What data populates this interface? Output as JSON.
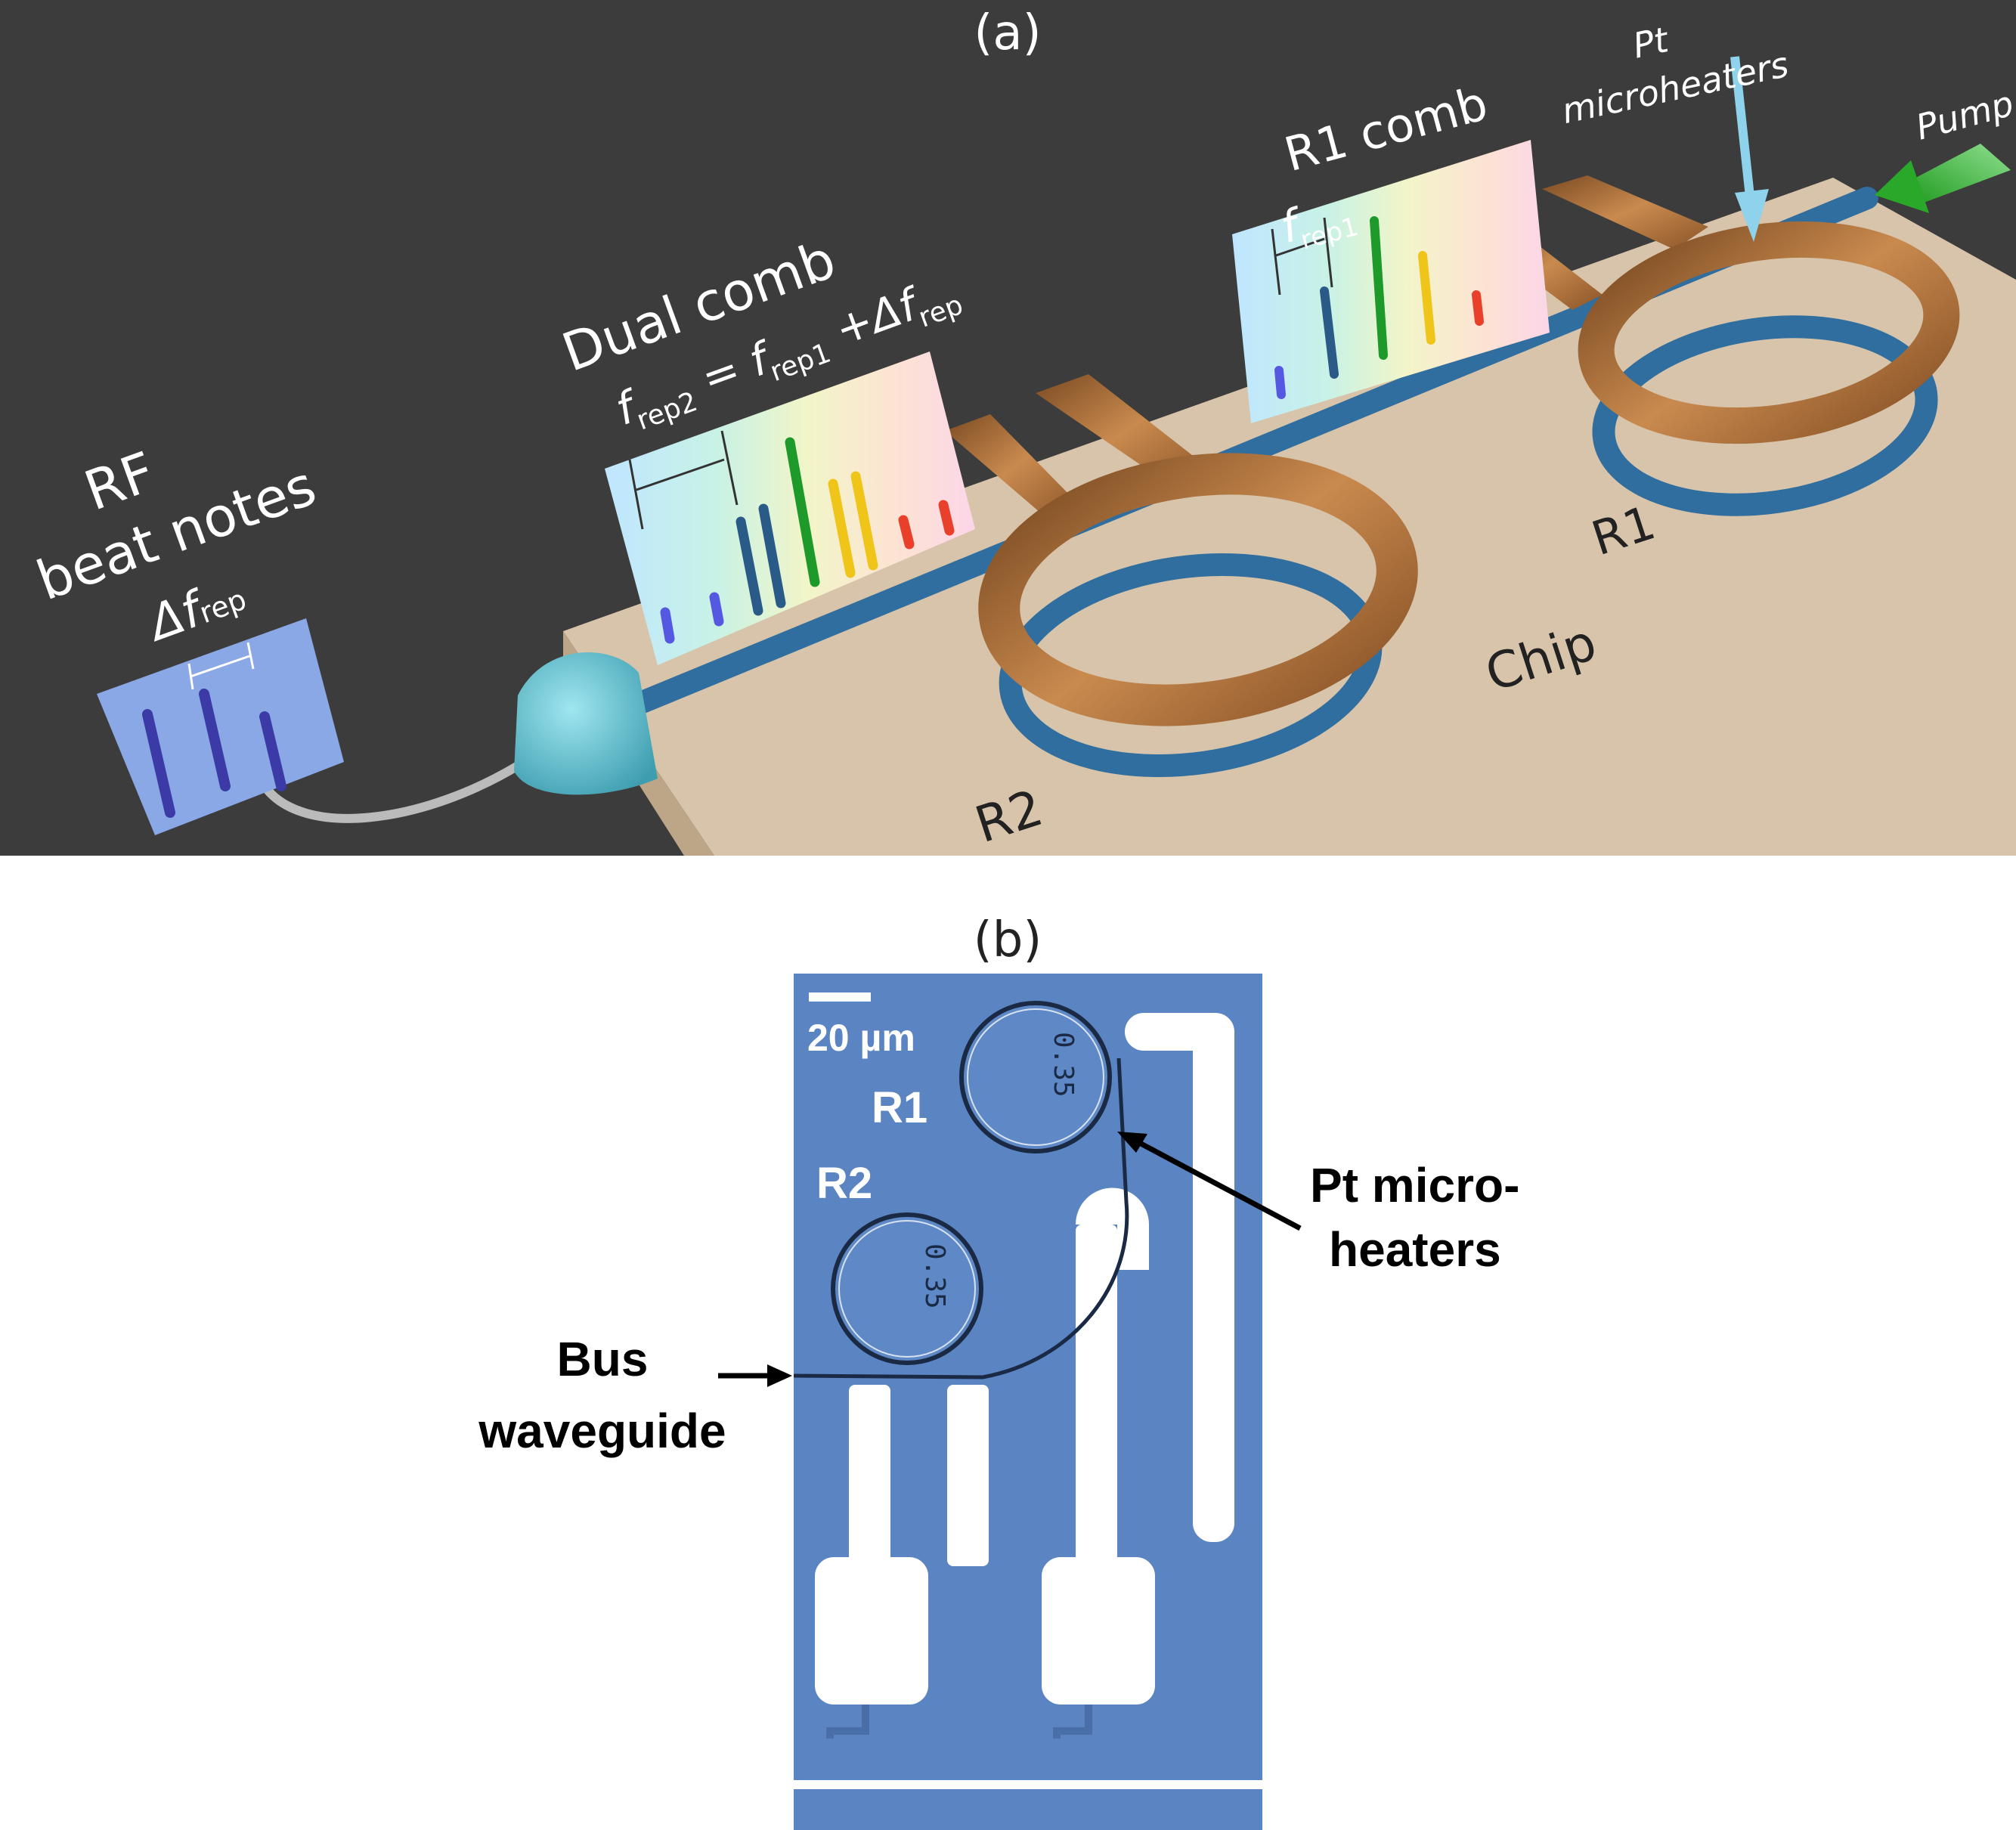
{
  "panel_a": {
    "label": "(a)",
    "rf": {
      "line1": "RF",
      "line2": "beat notes",
      "delta": "Δf",
      "rep_sub": "rep"
    },
    "dual": {
      "title": "Dual comb",
      "f": "f",
      "sub_rep2": "rep2",
      "eq": " = ",
      "f2": "f",
      "sub_rep1": "rep1",
      "plus": " +Δf",
      "sub_rep": "rep"
    },
    "r1comb": {
      "title": "R1 comb",
      "f": "f",
      "sub": "rep1"
    },
    "pt": {
      "line1": "Pt",
      "line2": "microheaters"
    },
    "pump": "Pump",
    "chip": "Chip",
    "r1": "R1",
    "r2": "R2"
  },
  "panel_b": {
    "label": "(b)",
    "scale": "20 µm",
    "r1": "R1",
    "r2": "R2",
    "ring_text": "0.35",
    "pt": {
      "line1": "Pt micro-",
      "line2": "heaters"
    },
    "bus": {
      "line1": "Bus",
      "line2": "waveguide"
    }
  },
  "colors": {
    "background_a": "#3c3c3c",
    "chip": "#d8c4aa",
    "waveguide": "#2f6e9e",
    "heater": "#b06a33",
    "micro_bg": "#5a84c2",
    "pump_arrow": "#3db83d"
  }
}
